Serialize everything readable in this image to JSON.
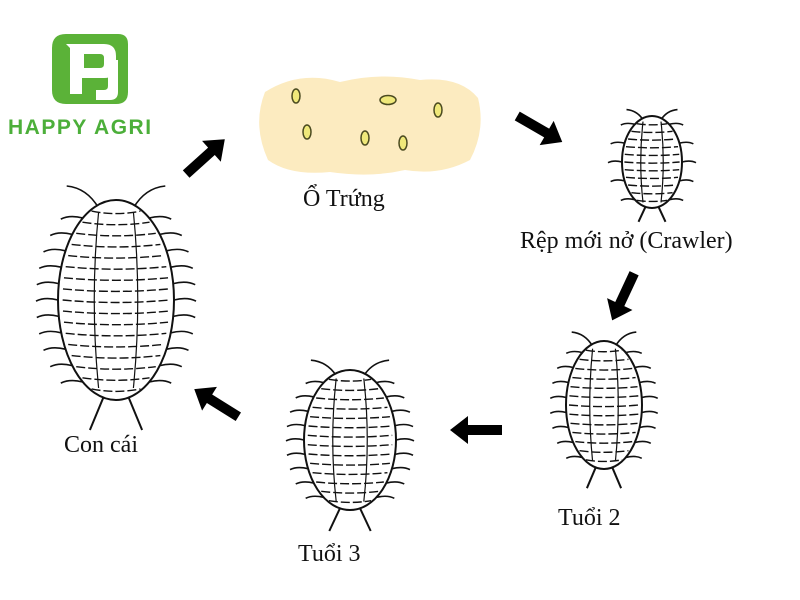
{
  "logo": {
    "text": "HAPPY AGRI",
    "mark": "leaf-monogram",
    "color": "#5bb238"
  },
  "stages": {
    "egg_mass": "Ổ Trứng",
    "crawler": "Rệp mới nở (Crawler)",
    "instar_2": "Tuổi 2",
    "instar_3": "Tuổi 3",
    "adult_female": "Con cái"
  },
  "colors": {
    "egg_patch": "#fcebc0",
    "egg": "#efe87a",
    "arrow": "#000000",
    "ink": "#111111"
  }
}
